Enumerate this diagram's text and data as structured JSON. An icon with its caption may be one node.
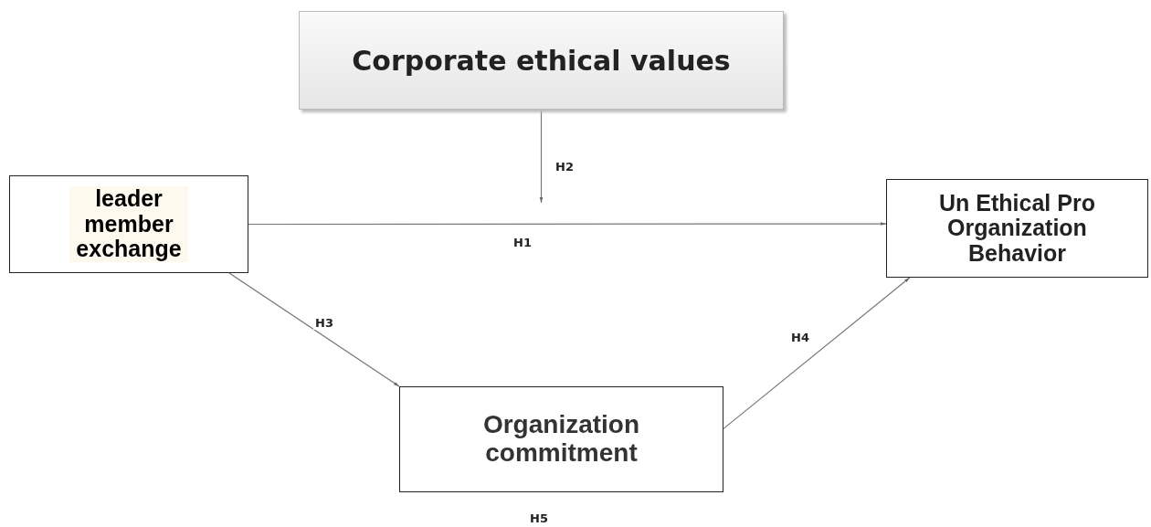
{
  "diagram": {
    "nodes": [
      {
        "text": [
          "Corporate ethical values"
        ]
      },
      {
        "text": [
          "leader member exchange"
        ]
      },
      {
        "text": [
          "Un Ethical Pro Organization Behavior"
        ]
      },
      {
        "text": [
          "Organization commitment"
        ]
      }
    ],
    "edges": [
      {
        "from": 1,
        "to": 2,
        "arrow": "to",
        "label": "H1"
      },
      {
        "from": 0,
        "to": null,
        "arrow": "to",
        "label": "H2"
      },
      {
        "from": 1,
        "to": 3,
        "arrow": "to",
        "label": "H3"
      },
      {
        "from": 3,
        "to": 2,
        "arrow": "to",
        "label": "H4"
      }
    ],
    "labels": [
      "H5"
    ]
  }
}
